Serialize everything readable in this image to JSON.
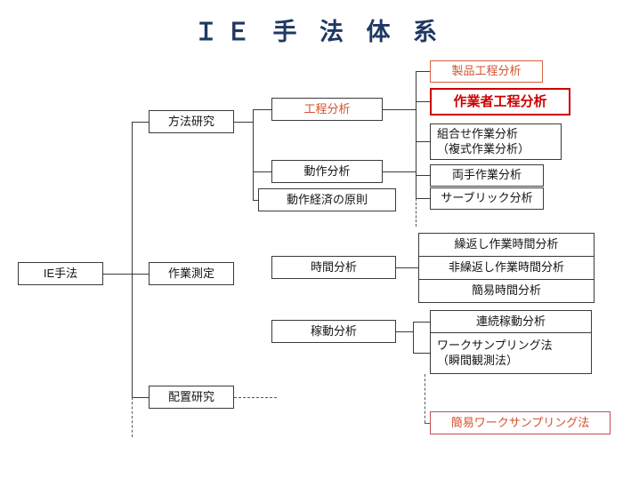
{
  "title": "ＩＥ 手 法 体 系",
  "colors": {
    "title": "#1F3864",
    "line": "#3a3a3a",
    "box_border": "#3a3a3a",
    "orange_red_text": "#D4522F",
    "orange_border": "#D4613F",
    "strong_red": "#CC0000",
    "red_border": "#C0504D"
  },
  "nodes": {
    "root": "IE手法",
    "houhou_kenkyuu": "方法研究",
    "sagyou_sokutei": "作業測定",
    "haichi_kenkyuu": "配置研究",
    "koutei_bunseki": "工程分析",
    "dousa_bunseki": "動作分析",
    "dousa_keizai": "動作経済の原則",
    "jikan_bunseki": "時間分析",
    "kadou_bunseki": "稼動分析",
    "seihin_koutei": "製品工程分析",
    "sagyousha_koutei": "作業者工程分析",
    "kumiawase_line1": "組合せ作業分析",
    "kumiawase_line2": "（複式作業分析）",
    "ryoute_sagyou": "両手作業分析",
    "therblig": "サーブリック分析",
    "kurikaeshi": "繰返し作業時間分析",
    "hi_kurikaeshi": "非繰返し作業時間分析",
    "kani_jikan": "簡易時間分析",
    "renzoku_kadou": "連続稼動分析",
    "work_sampling_line1": "ワークサンプリング法",
    "work_sampling_line2": "（瞬間観測法）",
    "kani_work_sampling": "簡易ワークサンプリング法"
  }
}
